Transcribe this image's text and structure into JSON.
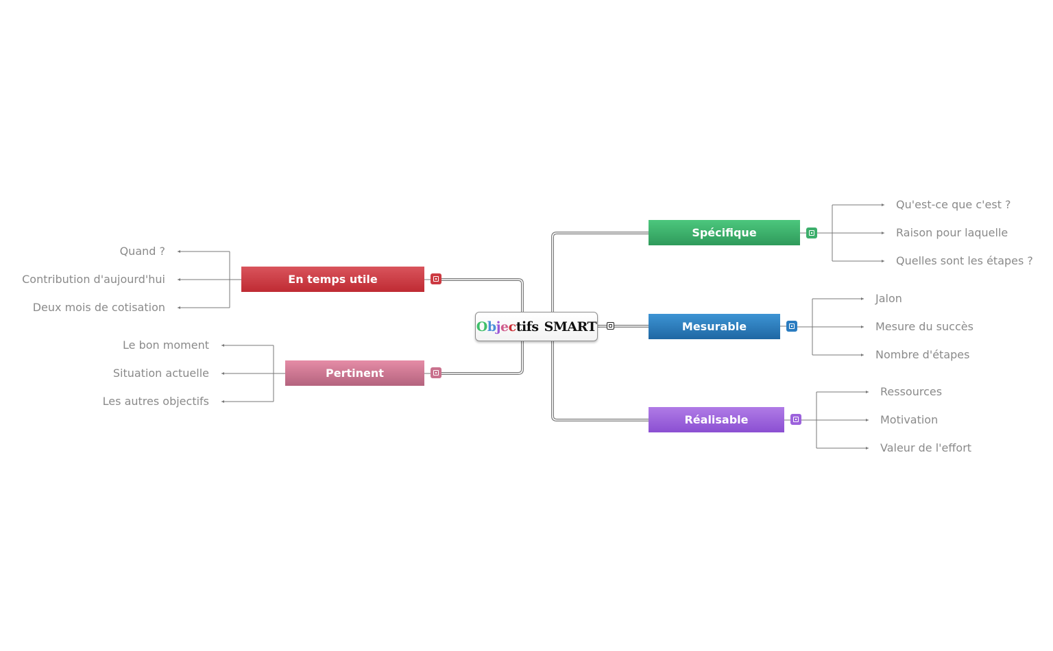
{
  "central": {
    "title_letters": [
      {
        "char": "O",
        "color": "#3fbf6a"
      },
      {
        "char": "b",
        "color": "#4a8fd8"
      },
      {
        "char": "j",
        "color": "#9a55d6"
      },
      {
        "char": "e",
        "color": "#d05c8c"
      },
      {
        "char": "c",
        "color": "#cc2f36"
      },
      {
        "char": "t",
        "color": "#111111"
      },
      {
        "char": "i",
        "color": "#111111"
      },
      {
        "char": "f",
        "color": "#111111"
      },
      {
        "char": "s",
        "color": "#111111"
      }
    ],
    "title_word2": "SMART",
    "toggle_icon": "collapse-icon"
  },
  "topics": [
    {
      "id": "specifique",
      "label": "Spécifique",
      "color": "#3cae6b",
      "side": "right",
      "subtopics": [
        "Qu'est-ce que c'est ?",
        "Raison pour laquelle",
        "Quelles sont les étapes ?"
      ]
    },
    {
      "id": "mesurable",
      "label": "Mesurable",
      "color": "#2a7cc0",
      "side": "right",
      "subtopics": [
        "Jalon",
        "Mesure du succès",
        "Nombre d'étapes"
      ]
    },
    {
      "id": "realisable",
      "label": "Réalisable",
      "color": "#9c62dc",
      "side": "right",
      "subtopics": [
        "Ressources",
        "Motivation",
        "Valeur de l'effort"
      ]
    },
    {
      "id": "entemps",
      "label": "En temps utile",
      "color": "#cc3a42",
      "side": "left",
      "subtopics": [
        "Quand ?",
        "Contribution d'aujourd'hui",
        "Deux mois de cotisation"
      ]
    },
    {
      "id": "pertinent",
      "label": "Pertinent",
      "color": "#c9718d",
      "side": "left",
      "subtopics": [
        "Le bon moment",
        "Situation actuelle",
        "Les autres objectifs"
      ]
    }
  ]
}
